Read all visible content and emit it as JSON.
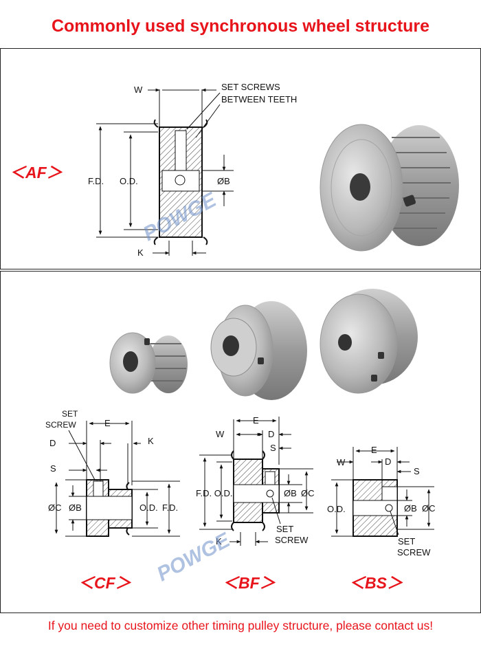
{
  "header": {
    "title": "Commonly used synchronous wheel structure"
  },
  "footer": {
    "text": "If you need to customize other timing pulley structure, please contact us!"
  },
  "types": {
    "af": "＜AF＞",
    "cf": "＜CF＞",
    "bf": "＜BF＞",
    "bs": "＜BS＞"
  },
  "af": {
    "w": "W",
    "set1": "SET SCREWS",
    "set2": "BETWEEN TEETH",
    "fd": "F.D.",
    "od": "O.D.",
    "b": "ØB",
    "k": "K"
  },
  "cf": {
    "set1": "SET",
    "set2": "SCREW",
    "e": "E",
    "d": "D",
    "k": "K",
    "s": "S",
    "c": "ØC",
    "b": "ØB",
    "od": "O.D.",
    "fd": "F.D."
  },
  "bf": {
    "e": "E",
    "w": "W",
    "d": "D",
    "s": "S",
    "fdod": "F.D. O.D.",
    "b": "ØB",
    "c": "ØC",
    "set1": "SET",
    "set2": "SCREW",
    "k": "K"
  },
  "bs": {
    "e": "E",
    "w": "W",
    "d": "D",
    "s": "S",
    "od": "O.D.",
    "b": "ØB",
    "c": "ØC",
    "set1": "SET",
    "set2": "SCREW"
  },
  "watermark": "POWGE"
}
